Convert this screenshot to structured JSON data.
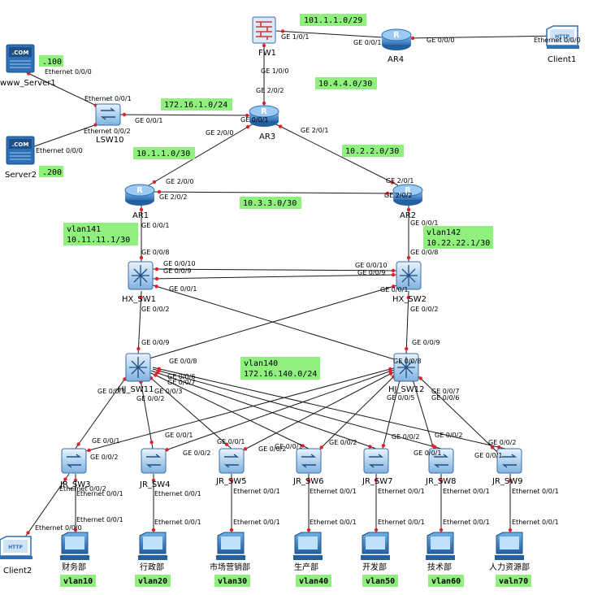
{
  "diagram": {
    "nodes": {
      "fw1": "FW1",
      "ar4": "AR4",
      "client1": "Client1",
      "ar3": "AR3",
      "www_server1": "www_Server1",
      "lsw10": "LSW10",
      "server2": "Server2",
      "ar1": "AR1",
      "ar2": "AR2",
      "hx_sw1": "HX_SW1",
      "hx_sw2": "HX_SW2",
      "hj_sw11": "HJ_SW11",
      "hj_sw12": "HJ_SW12",
      "jr_sw3": "JR_SW3",
      "jr_sw4": "JR_SW4",
      "jr_sw5": "JR_SW5",
      "jr_sw6": "JR_SW6",
      "jr_sw7": "JR_SW7",
      "jr_sw8": "JR_SW8",
      "jr_sw9": "JR_SW9",
      "client2": "Client2",
      "pc_finance": "财务部",
      "pc_admin": "行政部",
      "pc_marketing": "市场营销部",
      "pc_production": "生产部",
      "pc_dev": "开发部",
      "pc_tech": "技术部",
      "pc_hr": "人力资源部"
    },
    "networks": {
      "n101": "101.1.1.0/29",
      "n104": "10.4.4.0/30",
      "n172": "172.16.1.0/24",
      "n101b": "10.1.1.0/30",
      "n102": "10.2.2.0/30",
      "n103": "10.3.3.0/30",
      "vlan141": "vlan141",
      "net141": "10.11.11.1/30",
      "vlan142": "vlan142",
      "net142": "10.22.22.1/30",
      "vlan140": "vlan140",
      "net140": "172.16.140.0/24",
      "ip100": ".100",
      "ip200": ".200"
    },
    "vlans": {
      "v10": "vlan10",
      "v20": "vlan20",
      "v30": "vlan30",
      "v40": "vlan40",
      "v50": "vlan50",
      "v60": "vlan60",
      "v70": "valn70"
    },
    "ports": {
      "fw_ge101": "GE 1/0/1",
      "fw_ge100": "GE 1/0/0",
      "ar4_ge001": "GE 0/0/1",
      "ar4_ge000": "GE 0/0/0",
      "client1_eth": "Ethernet 0/0/0",
      "ar3_ge202": "GE 2/0/2",
      "ar3_ge001": "GE 0/0/1",
      "ar3_ge200": "GE 2/0/0",
      "ar3_ge201": "GE 2/0/1",
      "lsw_ge001": "GE 0/0/1",
      "lsw_eth001": "Ethernet 0/0/1",
      "lsw_eth002": "Ethernet 0/0/2",
      "www_eth000": "Ethernet 0/0/0",
      "srv2_eth000": "Ethernet 0/0/0",
      "ar1_ge200": "GE 2/0/0",
      "ar1_ge202": "GE 2/0/2",
      "ar1_ge001": "GE 0/0/1",
      "ar2_ge201": "GE 2/0/1",
      "ar2_ge202": "GE 2/0/2",
      "ar2_ge001": "GE 0/0/1",
      "sw1_ge008": "GE 0/0/8",
      "sw1_ge0010": "GE 0/0/10",
      "sw1_ge009": "GE 0/0/9",
      "sw1_ge001": "GE 0/0/1",
      "sw1_ge002": "GE 0/0/2",
      "sw2_ge008": "GE 0/0/8",
      "sw2_ge0010": "GE 0/0/10",
      "sw2_ge009": "GE 0/0/9",
      "sw2_ge001": "GE 0/0/1",
      "sw2_ge002": "GE 0/0/2",
      "sw11_ge009": "GE 0/0/9",
      "sw11_ge008": "GE 0/0/8",
      "sw11_ge001": "GE 0/0/1",
      "sw11_ge002": "GE 0/0/2",
      "sw11_ge003": "GE 0/0/3",
      "sw11_ge006": "GE 0/0/6",
      "sw11_ge007": "GE 0/0/7",
      "sw12_ge009": "GE 0/0/9",
      "sw12_ge008": "GE 0/0/8",
      "sw12_ge007": "GE 0/0/7",
      "sw12_ge006": "GE 0/0/6",
      "sw12_ge005": "GE 0/0/5",
      "jr_ge001": "GE 0/0/1",
      "jr_ge002": "GE 0/0/2",
      "jr_eth001": "Ethernet 0/0/1",
      "jr3_eth002": "Ethernet 0/0/2",
      "pc_eth001": "Ethernet 0/0/1",
      "c2_eth000": "Ethernet 0/0/0"
    }
  },
  "colors": {
    "highlight": "#8ff07e",
    "link": "#1a1a1a",
    "port_dot": "#e0202a",
    "device_blue": "#3a7fc4",
    "device_light": "#d6e8f8"
  }
}
